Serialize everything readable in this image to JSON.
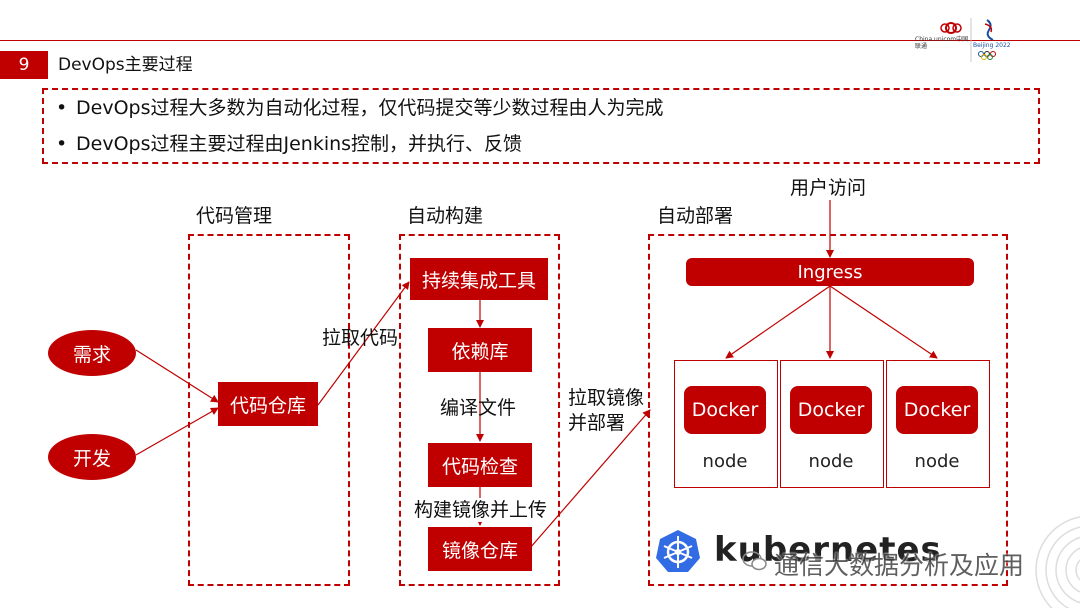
{
  "header": {
    "section_number": "9",
    "section_title": "DevOps主要过程",
    "logo_text_1": "China unicom中国联通",
    "logo_text_2": "Beijing 2022"
  },
  "bullets": [
    "DevOps过程大多数为自动化过程，仅代码提交等少数过程由人为完成",
    "DevOps过程主要过程由Jenkins控制，并执行、反馈"
  ],
  "bullet_marker": "•",
  "groups": {
    "code_mgmt": "代码管理",
    "auto_build": "自动构建",
    "auto_deploy": "自动部署"
  },
  "nodes": {
    "requirement": "需求",
    "develop": "开发",
    "code_repo": "代码仓库",
    "ci_tool": "持续集成工具",
    "dependency_repo": "依赖库",
    "code_check": "代码检查",
    "image_repo": "镜像仓库",
    "ingress": "Ingress",
    "docker": "Docker",
    "node": "node"
  },
  "edge_labels": {
    "pull_code": "拉取代码",
    "compile": "编译文件",
    "build_image": "构建镜像并上传",
    "pull_image_1": "拉取镜像",
    "pull_image_2": "并部署",
    "user_access": "用户访问"
  },
  "footer": {
    "k8s_text": "kubernetes",
    "watermark": "通信大数据分析及应用"
  },
  "colors": {
    "accent": "#c00000"
  }
}
